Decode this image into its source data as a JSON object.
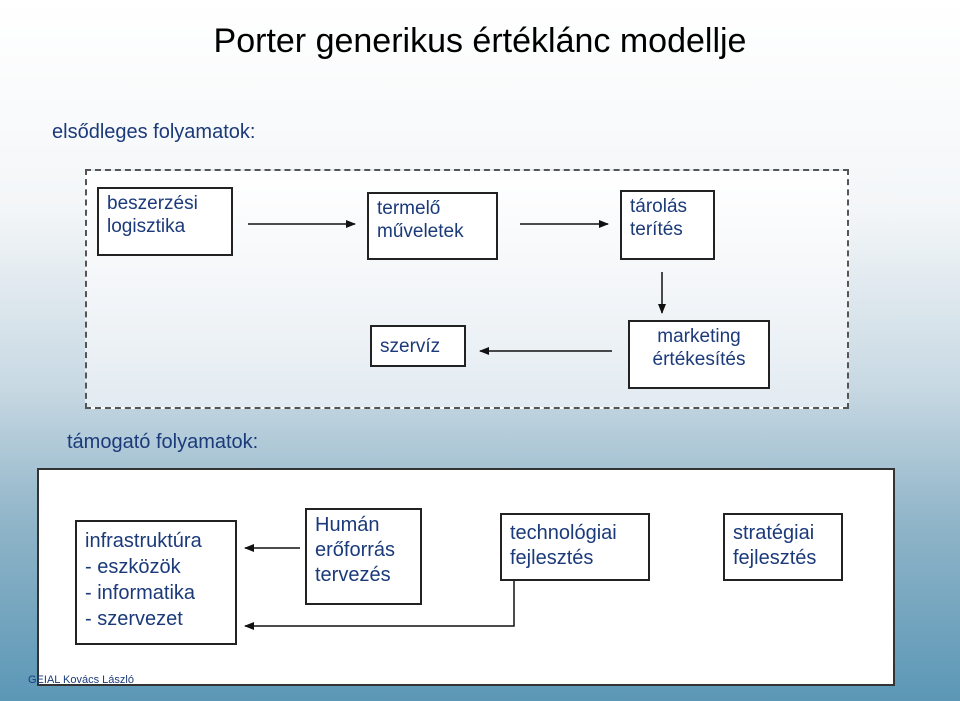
{
  "title": "Porter generikus értéklánc modellje",
  "primary": {
    "label": "elsődleges folyamatok:",
    "boxes": {
      "beszerzesi": "beszerzési\nlogisztika",
      "termelo": "termelő\nműveletek",
      "tarolas": "tárolás\nterítés",
      "marketing": "marketing\nértékesítés",
      "szerviz": "szervíz"
    }
  },
  "support": {
    "label": "támogató folyamatok:",
    "boxes": {
      "infrastruktura": "infrastruktúra\n- eszközök\n- informatika\n- szervezet",
      "human": "Humán\nerőforrás\ntervezés",
      "technologiai": "technológiai\nfejlesztés",
      "strategiai": "stratégiai\nfejlesztés"
    }
  },
  "footer": "GEIAL Kovács László",
  "colors": {
    "text": "#1b3a7a",
    "border": "#222222",
    "background_bottom": "#5b97b6"
  }
}
